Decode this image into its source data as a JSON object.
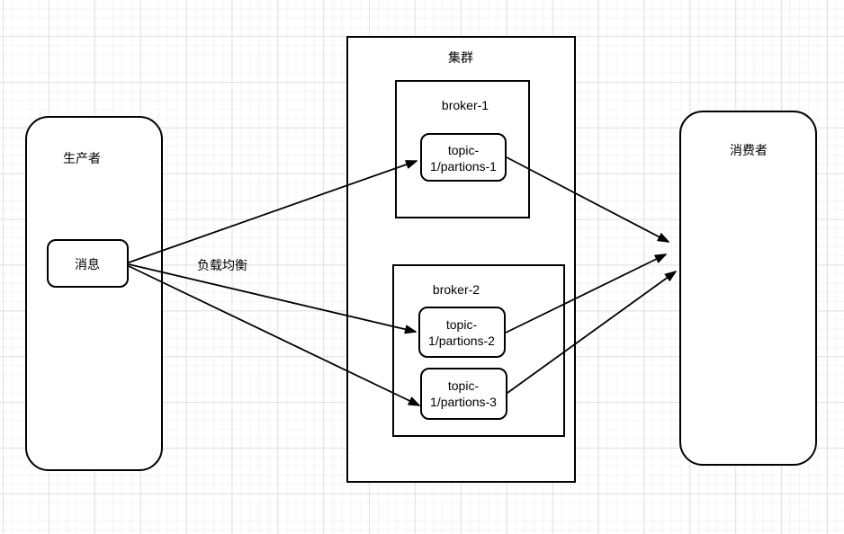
{
  "diagram_title": "kafka-cluster-load-balance-diagram",
  "colors": {
    "stroke": "#000000",
    "shape_fill": "#ffffff",
    "grid_minor": "#f4f4f4",
    "grid_major": "#e1e1e1"
  },
  "nodes": {
    "producer": {
      "label": "生产者"
    },
    "message": {
      "label": "消息"
    },
    "cluster": {
      "label": "集群"
    },
    "broker1": {
      "label": "broker-1"
    },
    "partition1": {
      "line1": "topic-",
      "line2": "1/partions-1"
    },
    "broker2": {
      "label": "broker-2"
    },
    "partition2": {
      "line1": "topic-",
      "line2": "1/partions-2"
    },
    "partition3": {
      "line1": "topic-",
      "line2": "1/partions-3"
    },
    "consumer": {
      "label": "消费者"
    }
  },
  "edges": {
    "load_balance_label": "负载均衡",
    "list": [
      "message→partition1",
      "message→partition2",
      "message→partition3",
      "partition1→consumer",
      "partition2→consumer",
      "partition3→consumer"
    ]
  }
}
